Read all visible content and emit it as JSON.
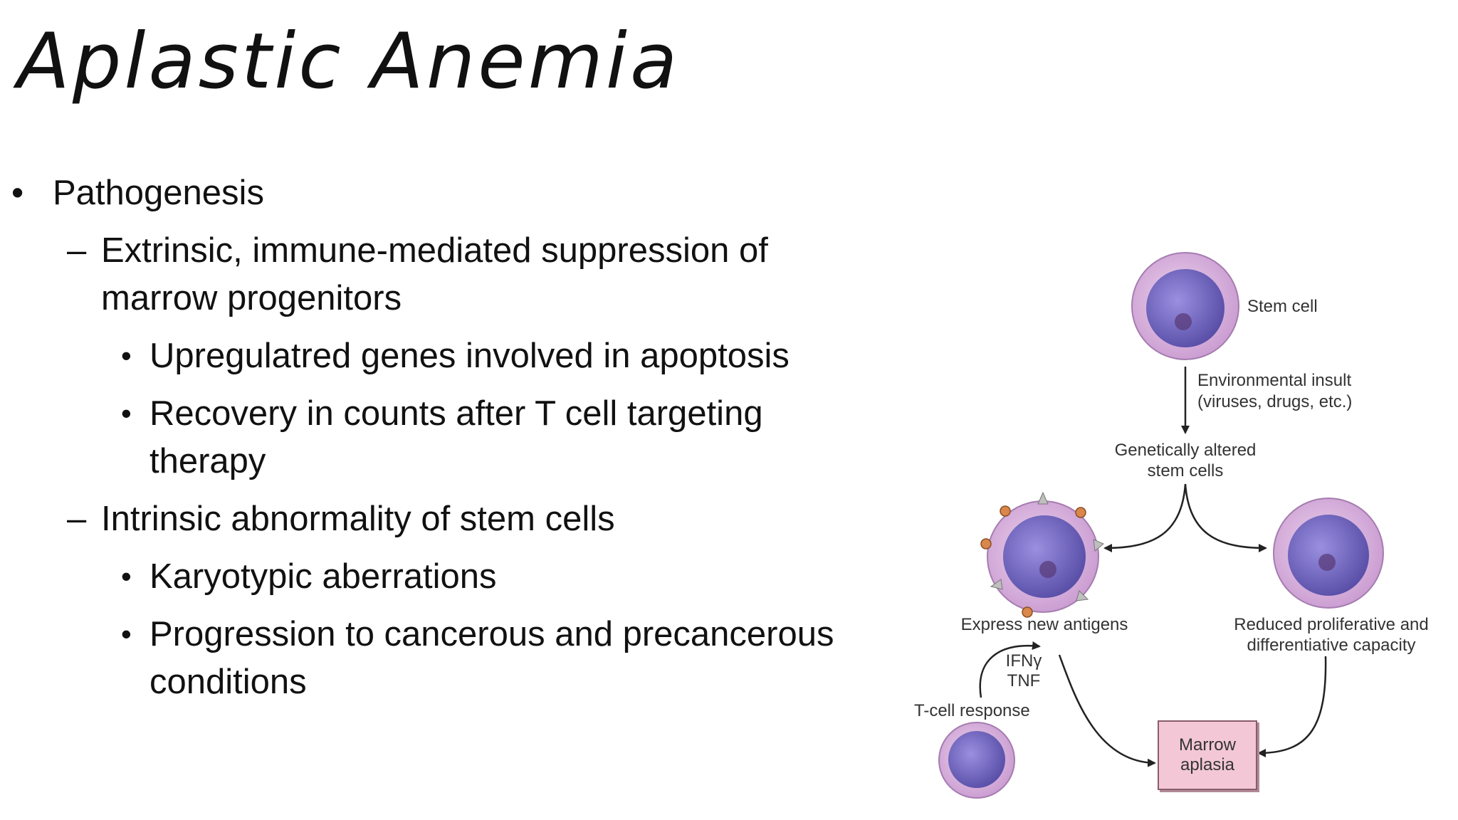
{
  "slide": {
    "title": "Aplastic Anemia",
    "bullets": {
      "l1": "Pathogenesis",
      "extrinsic_line1": "Extrinsic, immune-mediated suppression of",
      "extrinsic_line2": "marrow progenitors",
      "upregulated": "Upregulatred genes involved in apoptosis",
      "recovery_line1": "Recovery in counts after T cell targeting",
      "recovery_line2": "therapy",
      "intrinsic": "Intrinsic abnormality of stem cells",
      "karyotypic": "Karyotypic aberrations",
      "progression_line1": "Progression to cancerous and precancerous",
      "progression_line2": "conditions"
    },
    "markers": {
      "bullet": "•",
      "dash": "–"
    }
  },
  "diagram": {
    "stem_cell": "Stem cell",
    "insult_line1": "Environmental insult",
    "insult_line2": "(viruses, drugs, etc.)",
    "altered_line1": "Genetically altered",
    "altered_line2": "stem cells",
    "antigens": "Express new antigens",
    "reduced_line1": "Reduced proliferative and",
    "reduced_line2": "differentiative capacity",
    "ifn": "IFNγ",
    "tnf": "TNF",
    "tcell": "T-cell response",
    "marrow_line1": "Marrow",
    "marrow_line2": "aplasia"
  },
  "colors": {
    "cell_outer": "#d9b3dc",
    "cell_nucleus": "#6e63b8",
    "cell_dot": "#5a3c7a",
    "box_fill": "#f3c7d6",
    "antigen_dot": "#d9874a"
  }
}
